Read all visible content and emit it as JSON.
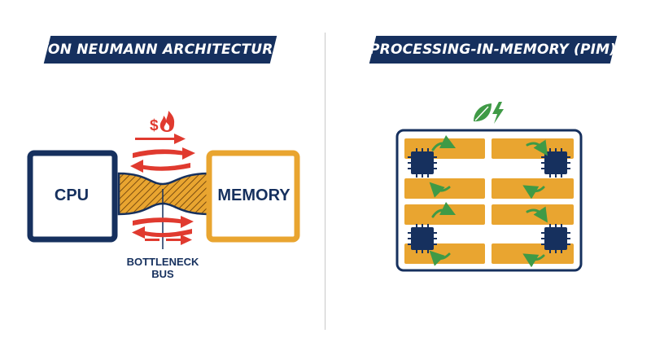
{
  "left_panel": {
    "title": "VON NEUMANN ARCHITECTURE",
    "cpu_label": "CPU",
    "memory_label": "MEMORY",
    "bus_label_line1": "BOTTLENECK",
    "bus_label_line2": "BUS",
    "cost_symbol": "$",
    "icons": [
      "dollar-icon",
      "fire-icon",
      "arrow-right-icon",
      "arrow-left-icon"
    ]
  },
  "right_panel": {
    "title": "PROCESSING-IN-MEMORY (PIM)",
    "icons": [
      "leaf-icon",
      "lightning-icon",
      "chip-icon",
      "cycle-arrow-icon"
    ]
  },
  "colors": {
    "navy": "#16305e",
    "gold": "#e9a530",
    "red": "#e03a2f",
    "green": "#3f9a46",
    "divider": "#c9c9c9"
  }
}
